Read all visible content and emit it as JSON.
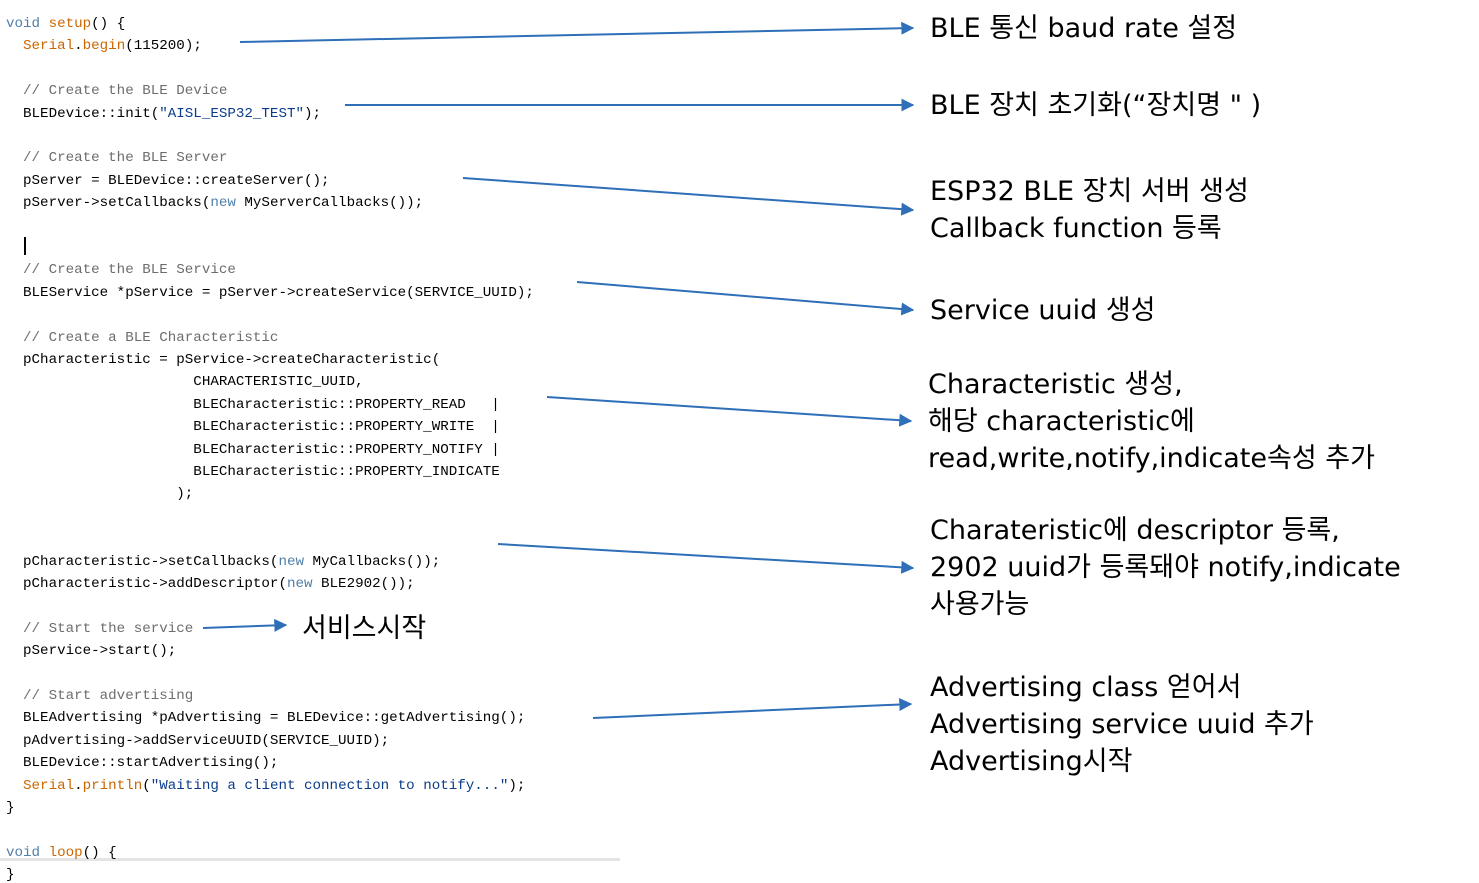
{
  "colors": {
    "keyword": "#4f7fa8",
    "function": "#cc6600",
    "comment": "#6d6d6d",
    "string": "#0a3c8a",
    "arrow": "#2e6fb8"
  },
  "code": {
    "lines": [
      [
        {
          "t": "void ",
          "c": "kw"
        },
        {
          "t": "setup",
          "c": "fn"
        },
        {
          "t": "() {"
        }
      ],
      [
        {
          "t": "  "
        },
        {
          "t": "Serial",
          "c": "fn"
        },
        {
          "t": "."
        },
        {
          "t": "begin",
          "c": "fn"
        },
        {
          "t": "(115200);"
        }
      ],
      [],
      [
        {
          "t": "  // Create the BLE Device",
          "c": "cm"
        }
      ],
      [
        {
          "t": "  BLEDevice::init("
        },
        {
          "t": "\"AISL_ESP32_TEST\"",
          "c": "str"
        },
        {
          "t": ");"
        }
      ],
      [],
      [
        {
          "t": "  // Create the BLE Server",
          "c": "cm"
        }
      ],
      [
        {
          "t": "  pServer = BLEDevice::createServer();"
        }
      ],
      [
        {
          "t": "  pServer->setCallbacks("
        },
        {
          "t": "new",
          "c": "kw"
        },
        {
          "t": " MyServerCallbacks());"
        }
      ],
      [],
      [],
      [
        {
          "t": "  // Create the BLE Service",
          "c": "cm"
        }
      ],
      [
        {
          "t": "  BLEService *pService = pServer->createService(SERVICE_UUID);"
        }
      ],
      [],
      [
        {
          "t": "  // Create a BLE Characteristic",
          "c": "cm"
        }
      ],
      [
        {
          "t": "  pCharacteristic = pService->createCharacteristic("
        }
      ],
      [
        {
          "t": "                      CHARACTERISTIC_UUID,"
        }
      ],
      [
        {
          "t": "                      BLECharacteristic::PROPERTY_READ   |"
        }
      ],
      [
        {
          "t": "                      BLECharacteristic::PROPERTY_WRITE  |"
        }
      ],
      [
        {
          "t": "                      BLECharacteristic::PROPERTY_NOTIFY |"
        }
      ],
      [
        {
          "t": "                      BLECharacteristic::PROPERTY_INDICATE"
        }
      ],
      [
        {
          "t": "                    );"
        }
      ],
      [],
      [],
      [
        {
          "t": "  pCharacteristic->setCallbacks("
        },
        {
          "t": "new",
          "c": "kw"
        },
        {
          "t": " MyCallbacks());"
        }
      ],
      [
        {
          "t": "  pCharacteristic->addDescriptor("
        },
        {
          "t": "new",
          "c": "kw"
        },
        {
          "t": " BLE2902());"
        }
      ],
      [],
      [
        {
          "t": "  // Start the service",
          "c": "cm"
        }
      ],
      [
        {
          "t": "  pService->start();"
        }
      ],
      [],
      [
        {
          "t": "  // Start advertising",
          "c": "cm"
        }
      ],
      [
        {
          "t": "  BLEAdvertising *pAdvertising = BLEDevice::getAdvertising();"
        }
      ],
      [
        {
          "t": "  pAdvertising->addServiceUUID(SERVICE_UUID);"
        }
      ],
      [
        {
          "t": "  BLEDevice::startAdvertising();"
        }
      ],
      [
        {
          "t": "  "
        },
        {
          "t": "Serial",
          "c": "fn"
        },
        {
          "t": "."
        },
        {
          "t": "println",
          "c": "fn"
        },
        {
          "t": "("
        },
        {
          "t": "\"Waiting a client connection to notify...\"",
          "c": "str"
        },
        {
          "t": ");"
        }
      ],
      [
        {
          "t": "}"
        }
      ],
      [],
      [
        {
          "t": "void ",
          "c": "kw"
        },
        {
          "t": "loop",
          "c": "fn"
        },
        {
          "t": "() {"
        }
      ],
      [
        {
          "t": "}"
        }
      ]
    ]
  },
  "annotations": {
    "baud_rate": "BLE 통신 baud rate 설정",
    "device_init": "BLE 장치 초기화(“장치명 \" )",
    "server_create": "ESP32 BLE 장치 서버 생성\nCallback function 등록",
    "service_uuid": "Service uuid 생성",
    "characteristic": "Characteristic 생성,\n해당 characteristic에\nread,write,notify,indicate속성 추가",
    "descriptor": "Charateristic에 descriptor 등록,\n2902 uuid가 등록돼야 notify,indicate\n사용가능",
    "service_start": "서비스시작",
    "advertising": "Advertising class 얻어서\nAdvertising service uuid 추가\nAdvertising시작"
  }
}
